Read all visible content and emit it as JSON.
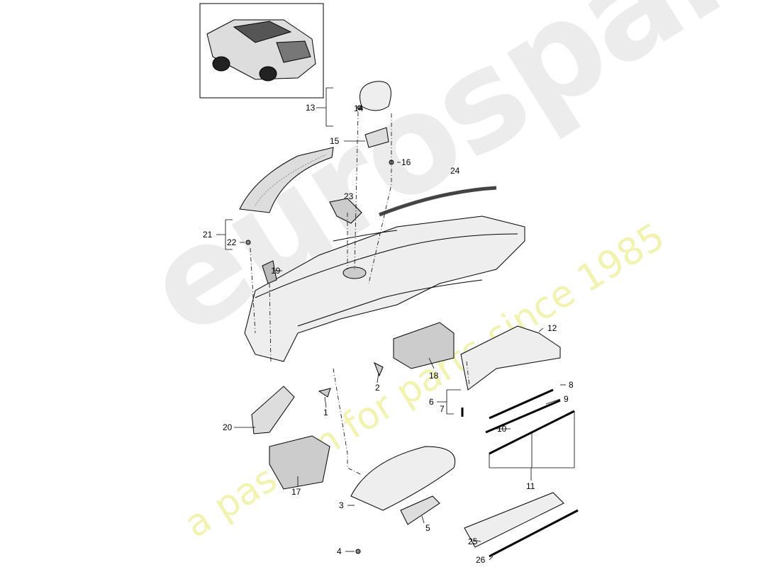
{
  "diagram": {
    "part_numbers": [
      "1",
      "2",
      "3",
      "4",
      "5",
      "6",
      "7",
      "8",
      "9",
      "10",
      "11",
      "12",
      "13",
      "14",
      "15",
      "16",
      "17",
      "18",
      "19",
      "20",
      "21",
      "22",
      "23",
      "24",
      "25",
      "26"
    ]
  },
  "watermark": {
    "brand": "eurospares",
    "tagline": "a passion for parts since 1985",
    "brand_color": "#e6e6e6",
    "tagline_color": "#f2f2a0"
  }
}
